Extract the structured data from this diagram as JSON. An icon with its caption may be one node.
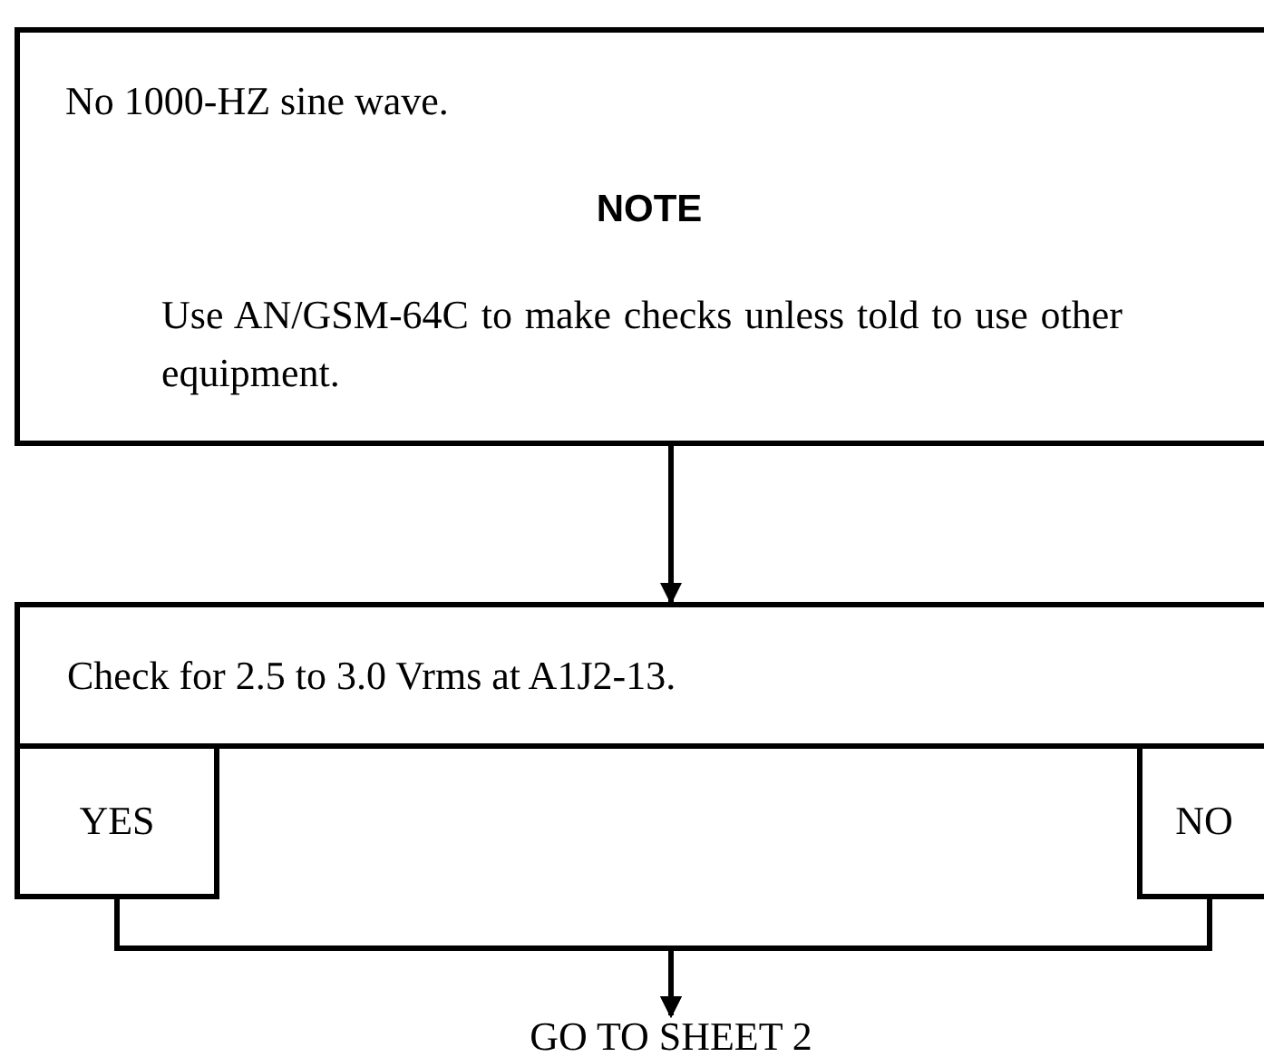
{
  "diagram": {
    "nodes": [
      {
        "text": [
          "No 1000-HZ sine wave.",
          "NOTE",
          "Use AN/GSM-64C to make checks unless told to use other equipment."
        ]
      },
      {
        "text": [
          "Check for 2.5 to 3.0 Vrms at A1J2-13."
        ]
      },
      {
        "text": [
          "YES"
        ]
      },
      {
        "text": [
          "NO"
        ]
      },
      {
        "text": [
          "GO TO SHEET 2"
        ]
      }
    ],
    "edges": [
      {
        "from": 0,
        "to": 1,
        "arrow": "to"
      },
      {
        "from": 2,
        "to": 4,
        "arrow": "to"
      },
      {
        "from": 3,
        "to": 4,
        "arrow": "to"
      }
    ]
  }
}
